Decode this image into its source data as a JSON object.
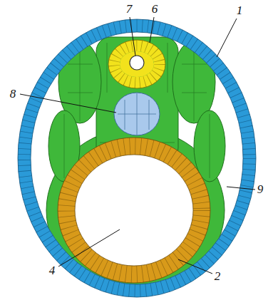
{
  "diagram": {
    "labels": [
      "7",
      "6",
      "1",
      "8",
      "9",
      "4",
      "2"
    ]
  }
}
